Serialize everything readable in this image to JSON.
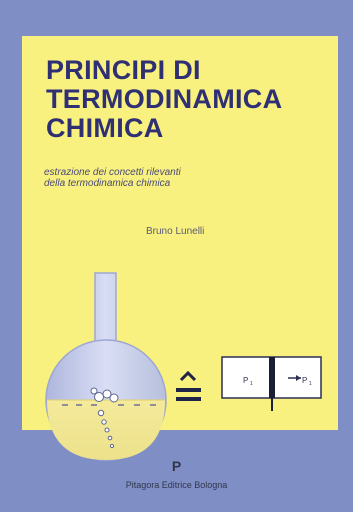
{
  "book": {
    "title_lines": [
      "PRINCIPI DI",
      "TERMODINAMICA",
      "CHIMICA"
    ],
    "subtitle_lines": [
      "estrazione dei concetti rilevanti",
      "della termodinamica chimica"
    ],
    "author": "Bruno Lunelli",
    "publisher_logo_text": "P",
    "publisher": "Pitagora Editrice Bologna"
  },
  "illustration": {
    "symbol": "≙",
    "pressure_left": "P",
    "pressure_left_sub": "1",
    "pressure_right": "P",
    "pressure_right_sub": "1",
    "arrow": "→"
  },
  "colors": {
    "cover_blue": "#7f8fc6",
    "panel_yellow": "#f8f07f",
    "title_navy": "#2f2f73",
    "flask_liquid": "#f1e79b"
  }
}
